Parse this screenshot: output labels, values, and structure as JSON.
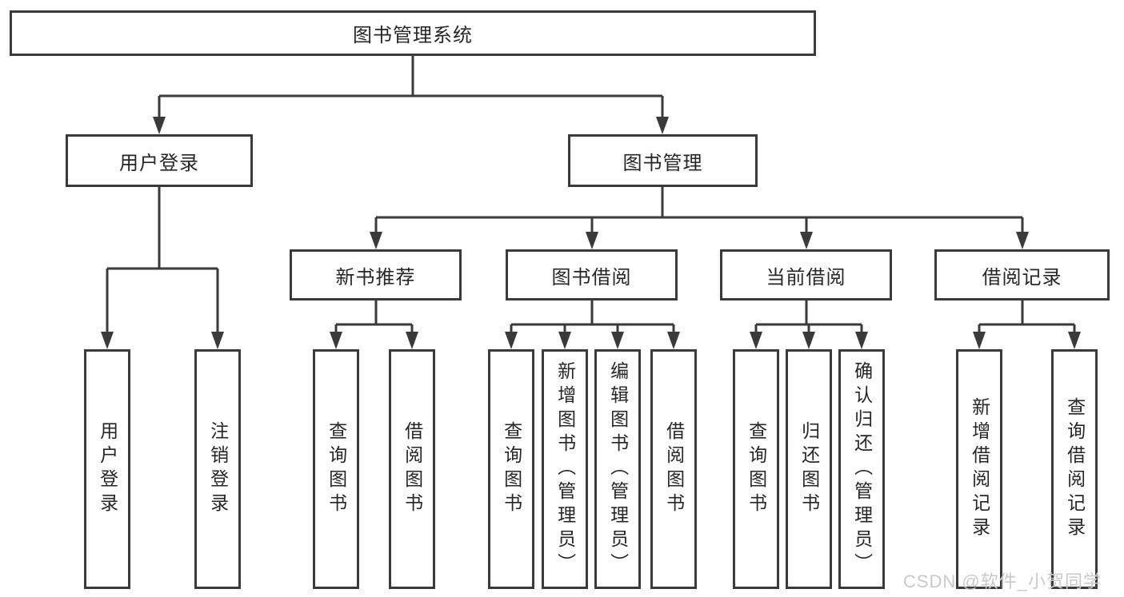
{
  "tree": {
    "root": {
      "label": "图书管理系统",
      "children": [
        {
          "label": "用户登录",
          "children": [
            {
              "label": "用户登录"
            },
            {
              "label": "注销登录"
            }
          ]
        },
        {
          "label": "图书管理",
          "children": [
            {
              "label": "新书推荐",
              "children": [
                {
                  "label": "查询图书"
                },
                {
                  "label": "借阅图书"
                }
              ]
            },
            {
              "label": "图书借阅",
              "children": [
                {
                  "label": "查询图书"
                },
                {
                  "label": "新增图书（管理员）"
                },
                {
                  "label": "编辑图书（管理员）"
                },
                {
                  "label": "借阅图书"
                }
              ]
            },
            {
              "label": "当前借阅",
              "children": [
                {
                  "label": "查询图书"
                },
                {
                  "label": "归还图书"
                },
                {
                  "label": "确认归还（管理员）"
                }
              ]
            },
            {
              "label": "借阅记录",
              "children": [
                {
                  "label": "新增借阅记录"
                },
                {
                  "label": "查询借阅记录"
                }
              ]
            }
          ]
        }
      ]
    }
  },
  "watermark": {
    "text": "CSDN @软件_小贺同学"
  },
  "colors": {
    "line": "#3a3a3a",
    "box_border": "#3a3a3a",
    "text": "#262626",
    "watermark": "#c9c9c9",
    "background": "#ffffff"
  }
}
